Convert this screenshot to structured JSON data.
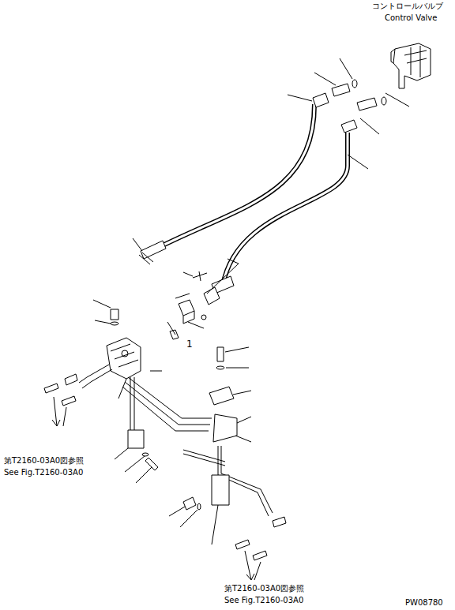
{
  "diagram": {
    "labels": [
      "コントロールバルブ",
      "Control Valve",
      "1",
      "第T2160-03A0図参照",
      "See Fig.T2160-03A0",
      "第T2160-03A0図参照",
      "See Fig.T2160-03A0",
      "PW08780"
    ]
  }
}
